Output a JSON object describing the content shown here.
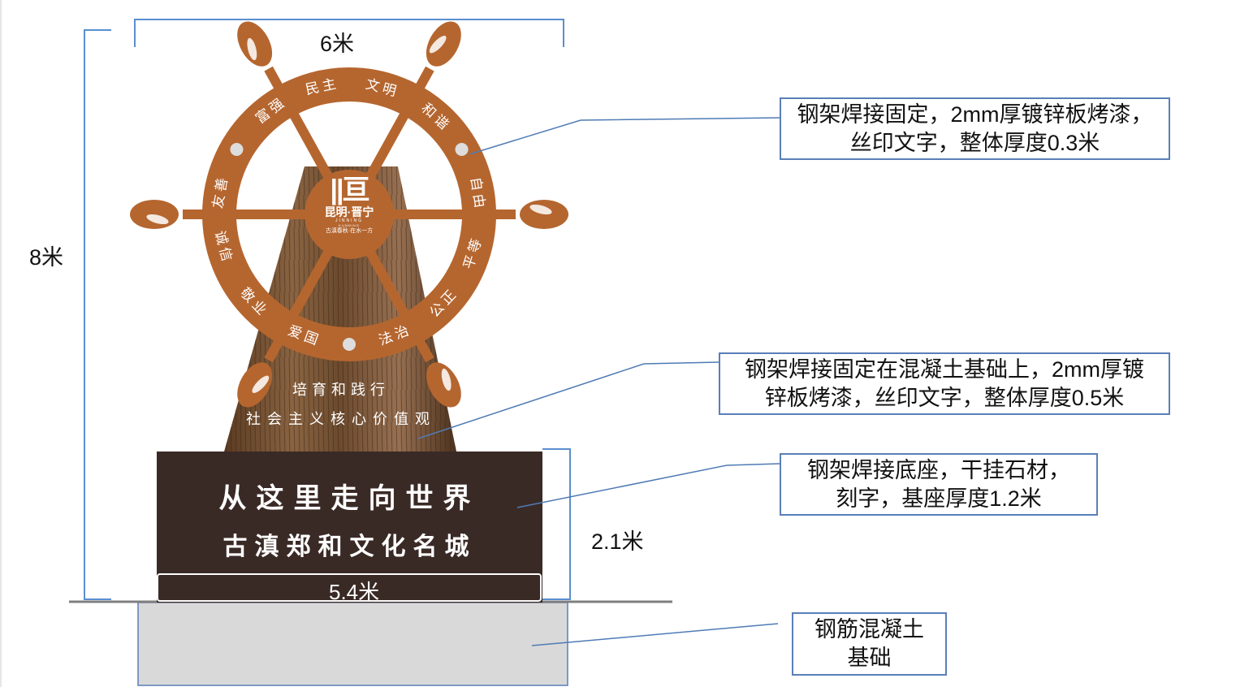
{
  "dimensions": {
    "width_top": "6米",
    "height_total": "8米",
    "base_height": "2.1米",
    "base_width": "5.4米"
  },
  "wheel": {
    "words": [
      "富强",
      "民主",
      "文明",
      "和谐",
      "自由",
      "平等",
      "公正",
      "法治",
      "爱国",
      "敬业",
      "诚信",
      "友善"
    ],
    "logo": {
      "title": "昆明·晋宁",
      "pinyin": "JINNING",
      "pinyin_sub": "KUNMING",
      "slogan": "古滇春秋·在水一方"
    }
  },
  "trunk": {
    "line1": "培育和践行",
    "line2": "社会主义核心价值观"
  },
  "base": {
    "line1": "从这里走向世界",
    "line2": "古滇郑和文化名城"
  },
  "callouts": [
    {
      "line1": "钢架焊接固定，2mm厚镀锌板烤漆，",
      "line2": "丝印文字，整体厚度0.3米"
    },
    {
      "line1": "钢架焊接固定在混凝土基础上，2mm厚镀",
      "line2": "锌板烤漆，丝印文字，整体厚度0.5米"
    },
    {
      "line1": "钢架焊接底座，干挂石材，",
      "line2": "刻字，基座厚度1.2米"
    },
    {
      "line1": "钢筋混凝土",
      "line2": "基础"
    }
  ],
  "colors": {
    "wheel": "#b5662f",
    "base": "#3a2a26",
    "line": "#4f7bb5",
    "concrete": "#d9d9d9"
  }
}
